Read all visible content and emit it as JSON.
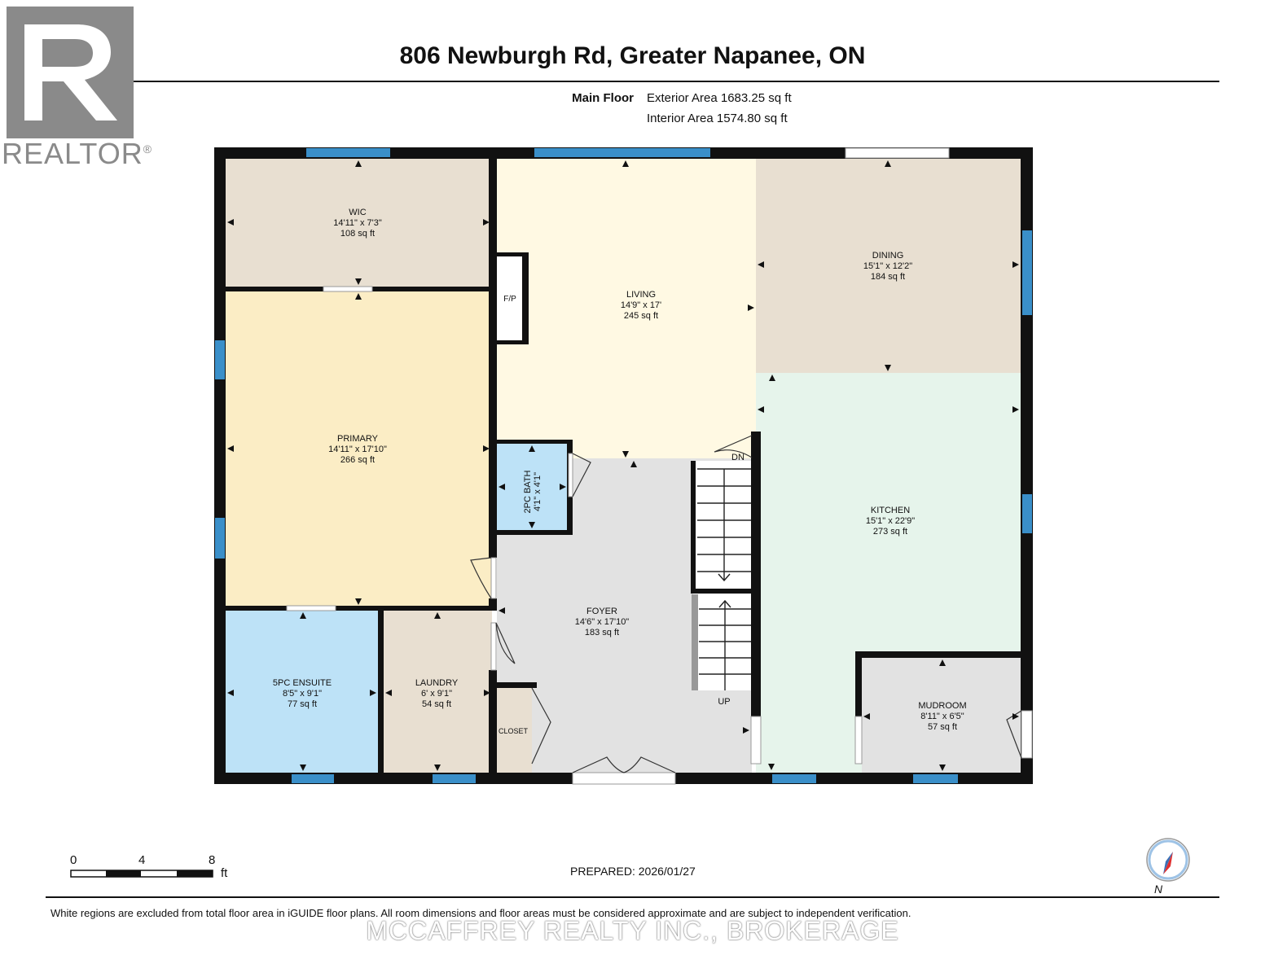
{
  "header": {
    "title": "806 Newburgh Rd, Greater Napanee, ON",
    "floor_label": "Main Floor",
    "exterior_area": "Exterior Area 1683.25 sq ft",
    "interior_area": "Interior Area 1574.80 sq ft"
  },
  "logo": {
    "text": "REALTOR",
    "registered": "®"
  },
  "rooms": [
    {
      "name": "WIC",
      "dims": "14'11\" x 7'3\"",
      "area": "108 sq ft",
      "color": "#e8dfd1"
    },
    {
      "name": "LIVING",
      "dims": "14'9\" x 17'",
      "area": "245 sq ft",
      "color": "#fff9e3"
    },
    {
      "name": "DINING",
      "dims": "15'1\" x 12'2\"",
      "area": "184 sq ft",
      "color": "#e8dfd1"
    },
    {
      "name": "PRIMARY",
      "dims": "14'11\" x 17'10\"",
      "area": "266 sq ft",
      "color": "#fbedc5"
    },
    {
      "name": "2PC BATH",
      "dims": "4'1\" x 4'1\"",
      "area": "",
      "color": "#bde2f7"
    },
    {
      "name": "KITCHEN",
      "dims": "15'1\" x 22'9\"",
      "area": "273 sq ft",
      "color": "#e6f4eb"
    },
    {
      "name": "FOYER",
      "dims": "14'6\" x 17'10\"",
      "area": "183 sq ft",
      "color": "#e2e2e2"
    },
    {
      "name": "5PC ENSUITE",
      "dims": "8'5\" x 9'1\"",
      "area": "77 sq ft",
      "color": "#bde2f7"
    },
    {
      "name": "LAUNDRY",
      "dims": "6' x 9'1\"",
      "area": "54 sq ft",
      "color": "#e8dfd1"
    },
    {
      "name": "MUDROOM",
      "dims": "8'11\" x 6'5\"",
      "area": "57 sq ft",
      "color": "#e2e2e2"
    }
  ],
  "labels": {
    "fireplace": "F/P",
    "closet": "CLOSET",
    "stairs_down": "DN",
    "stairs_up": "UP"
  },
  "scale": {
    "ticks": [
      "0",
      "4",
      "8"
    ],
    "unit": "ft"
  },
  "compass": {
    "label": "N"
  },
  "footer": {
    "prepared": "PREPARED: 2026/01/27",
    "disclaimer": "White regions are excluded from total floor area in iGUIDE floor plans. All room dimensions and floor areas must be considered approximate and are subject to independent verification.",
    "brokerage": "MCCAFFREY REALTY INC., BROKERAGE"
  },
  "colors": {
    "wall": "#111111",
    "window": "#3a8fc9",
    "logo": "#8a8a8a"
  }
}
